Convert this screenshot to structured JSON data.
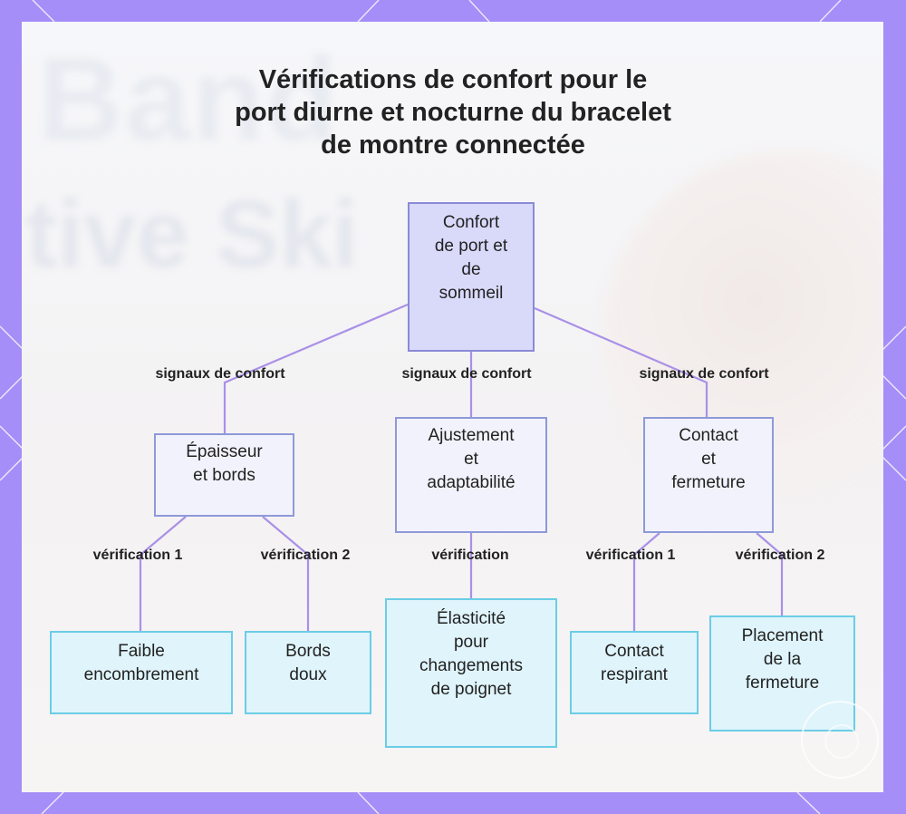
{
  "title": {
    "lines": [
      "Vérifications de confort pour le",
      "port diurne et nocturne du bracelet",
      "de montre connectée"
    ]
  },
  "background_text": {
    "line1": "Band",
    "line2": "tive Ski"
  },
  "colors": {
    "frame": "#a58ef7",
    "edge": "#a990e8",
    "root_fill": "#d9dafa",
    "leaf_fill": "#dff4fb",
    "leaf_border": "#6bcde6"
  },
  "nodes": {
    "root": [
      "Confort",
      "de port et",
      "de",
      "sommeil"
    ],
    "epaisseur": [
      "Épaisseur",
      "et bords"
    ],
    "ajustement": [
      "Ajustement",
      "et",
      "adaptabilité"
    ],
    "contact": [
      "Contact",
      "et",
      "fermeture"
    ],
    "faible": [
      "Faible",
      "encombrement"
    ],
    "bords": [
      "Bords",
      "doux"
    ],
    "elasticite": [
      "Élasticité",
      "pour",
      "changements",
      "de poignet"
    ],
    "respirant": [
      "Contact",
      "respirant"
    ],
    "placement": [
      "Placement",
      "de la",
      "fermeture"
    ]
  },
  "edge_labels": {
    "signal_left": "signaux de confort",
    "signal_mid": "signaux de confort",
    "signal_right": "signaux de confort",
    "verif1_left": "vérification 1",
    "verif2_left": "vérification 2",
    "verif_mid": "vérification",
    "verif1_right": "vérification 1",
    "verif2_right": "vérification 2"
  }
}
